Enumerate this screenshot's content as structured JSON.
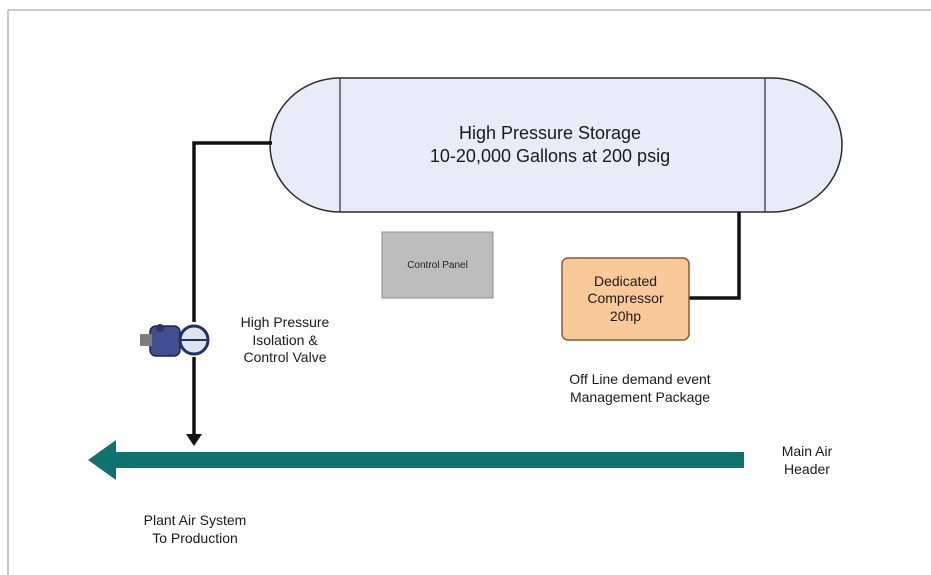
{
  "storage_tank": {
    "title": "High Pressure Storage",
    "capacity": "10-20,000 Gallons at 200 psig"
  },
  "control_panel": {
    "label": "Control Panel"
  },
  "compressor": {
    "line1": "Dedicated",
    "line2": "Compressor",
    "line3": "20hp"
  },
  "valve": {
    "line1": "High Pressure",
    "line2": "Isolation &",
    "line3": "Control Valve"
  },
  "package": {
    "line1": "Off Line demand event",
    "line2": "Management Package"
  },
  "main_header": {
    "line1": "Main Air",
    "line2": "Header"
  },
  "plant_system": {
    "line1": "Plant Air System",
    "line2": "To Production"
  },
  "colors": {
    "tank_fill": "#e8ecf8",
    "panel_fill": "#bdbdbd",
    "compressor_fill": "#f9c99a",
    "header_arrow": "#0f7372",
    "pipe": "#111111"
  }
}
